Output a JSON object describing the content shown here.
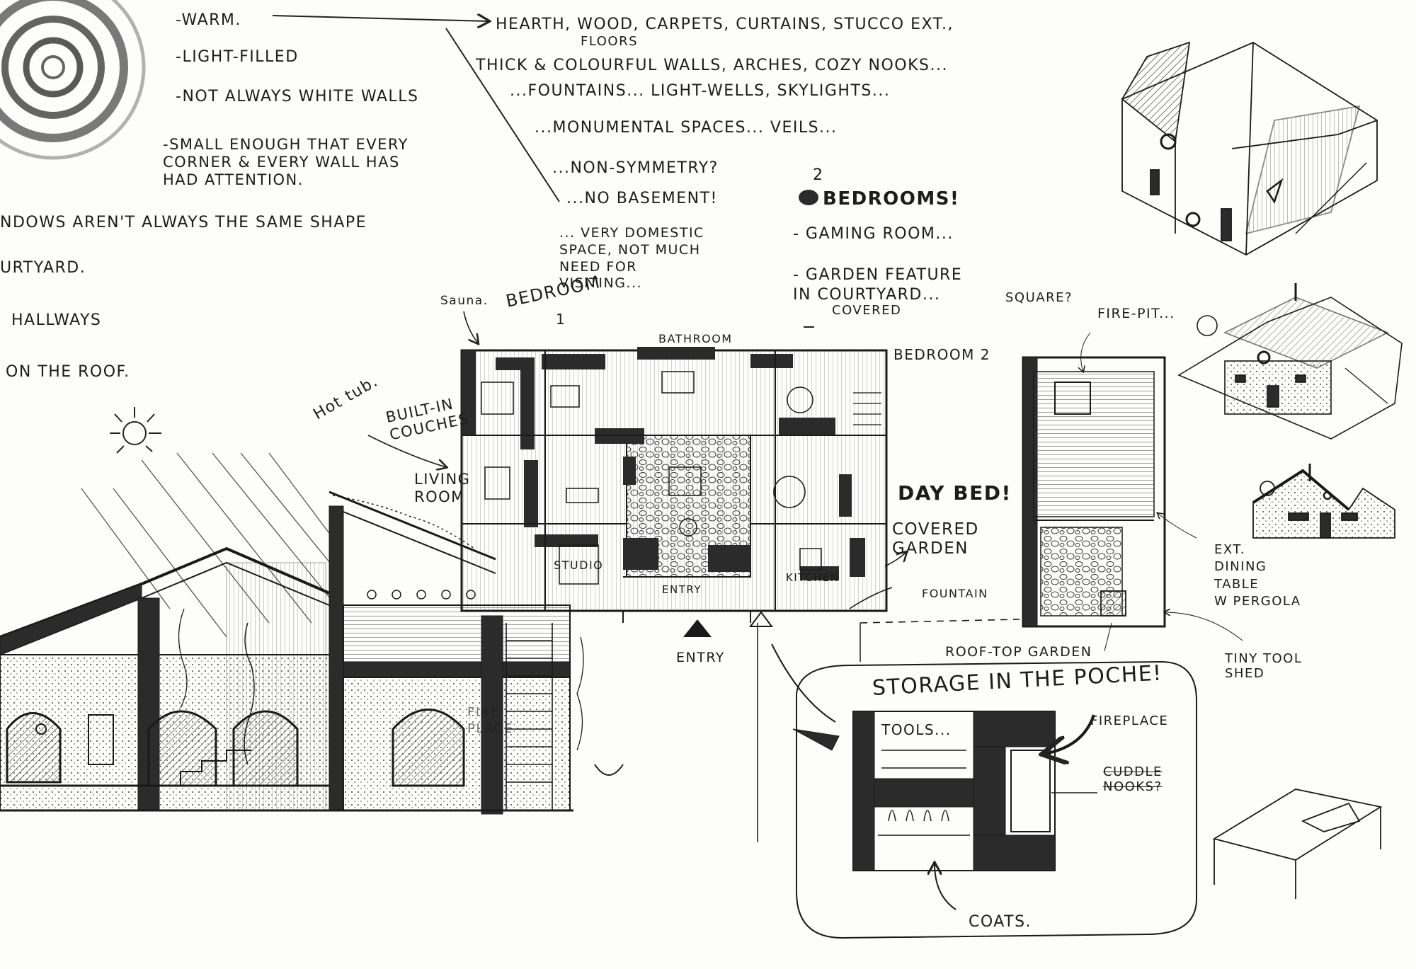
{
  "notes": {
    "warm": "-WARM.",
    "light_filled": "-LIGHT-FILLED",
    "not_white": "-NOT ALWAYS WHITE WALLS",
    "small_enough": "-SMALL ENOUGH THAT EVERY\nCORNER & EVERY WALL HAS\nHAD ATTENTION.",
    "windows": "NDOWS AREN'T ALWAYS THE SAME SHAPE",
    "courtyard": "URTYARD.",
    "hallways": "HALLWAYS",
    "roof": "ON THE ROOF.",
    "materials": "HEARTH, WOOD, CARPETS, CURTAINS, STUCCO EXT.,",
    "floors": "FLOORS",
    "walls": "THICK & COLOURFUL WALLS, ARCHES, COZY NOOKS...",
    "fountains": "...FOUNTAINS... LIGHT-WELLS, SKYLIGHTS...",
    "monumental": "...MONUMENTAL SPACES... VEILS...",
    "non_symmetry": "...NON-SYMMETRY?",
    "no_basement": "...NO BASEMENT!",
    "domestic": "... VERY DOMESTIC\nSPACE, NOT MUCH\nNEED FOR\nVISITING...",
    "bedrooms_num": "2",
    "bedrooms": "BEDROOMS!",
    "gaming": "- GAMING ROOM...",
    "garden_feature": "- GARDEN FEATURE\nIN COURTYARD...",
    "square": "SQUARE?",
    "covered_note": "COVERED"
  },
  "plan_labels": {
    "sauna": "Sauna.",
    "bedroom1": "BEDROOM",
    "bedroom1_num": "1",
    "bathroom": "BATHROOM",
    "bedroom2": "BEDROOM 2",
    "hot_tub": "Hot tub.",
    "built_in": "BUILT-IN\nCOUCHES",
    "living": "LIVING\nROOM",
    "studio": "STUDIO",
    "entry_plan": "ENTRY",
    "kitchen": "KITCHEN",
    "day_bed": "DAY BED!",
    "covered_garden": "COVERED\nGARDEN",
    "fountain": "FOUNTAIN",
    "entry": "ENTRY"
  },
  "roof_labels": {
    "fire_pit": "FIRE-PIT...",
    "ext_dining": "EXT.\nDINING\nTABLE\nW PERGOLA",
    "roof_garden": "ROOF-TOP GARDEN",
    "tool_shed": "TINY TOOL\nSHED"
  },
  "storage_labels": {
    "title": "STORAGE IN THE POCHE!",
    "tools": "TOOLS...",
    "fireplace": "FIREPLACE",
    "cuddle": "CUDDLE\nNOOKS?",
    "coats": "COATS."
  },
  "section_labels": {
    "fireplace": "FIRE\nPLACE"
  },
  "colors": {
    "ink": "#1a1a1a",
    "dark_fill": "#2b2b2b",
    "mid_fill": "#6b6b6b",
    "paper": "#fdfdfc"
  }
}
